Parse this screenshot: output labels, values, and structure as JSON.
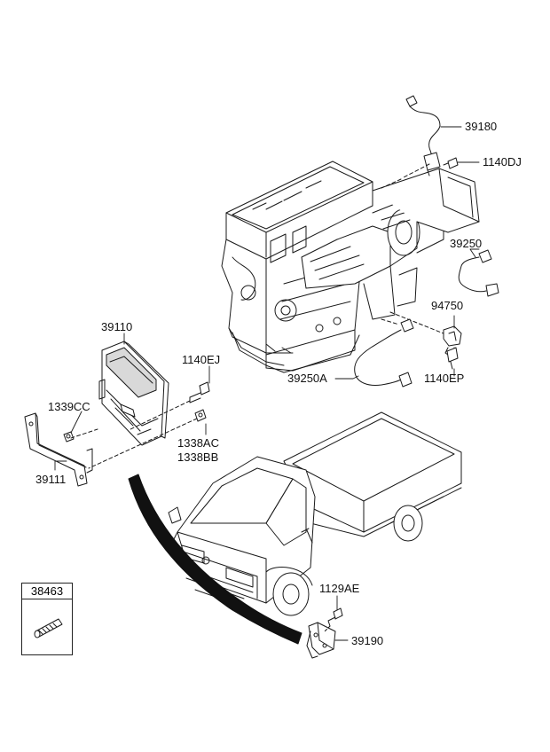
{
  "part_labels": {
    "p39180": "39180",
    "p1140DJ": "1140DJ",
    "p39250": "39250",
    "p94750": "94750",
    "p39250A": "39250A",
    "p1140EP": "1140EP",
    "p39110": "39110",
    "p1140EJ": "1140EJ",
    "p1339CC": "1339CC",
    "p1338AC": "1338AC",
    "p1338BB": "1338BB",
    "p39111": "39111",
    "p38463": "38463",
    "p1129AE": "1129AE",
    "p39190": "39190"
  },
  "colors": {
    "line": "#1a1a1a",
    "fill": "#ffffff",
    "shade": "#d9d9d9"
  }
}
